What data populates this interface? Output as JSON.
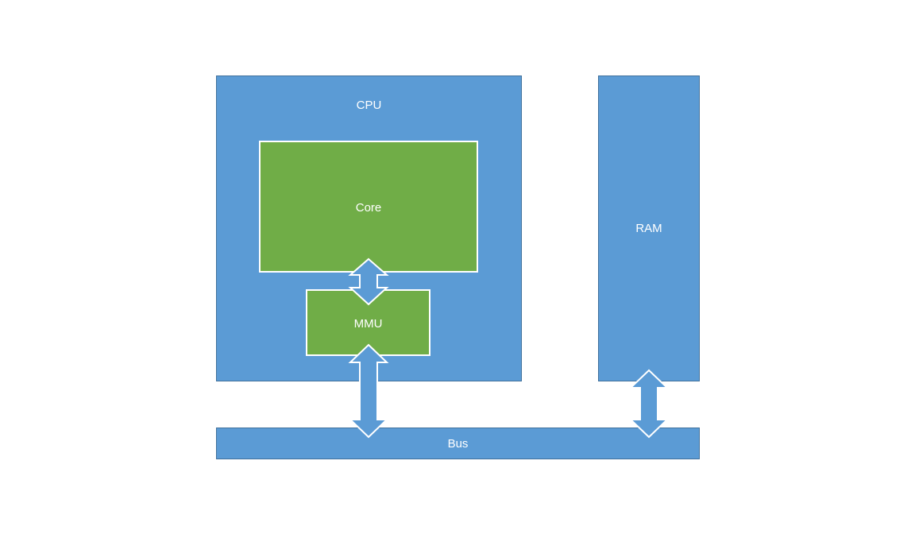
{
  "diagram": {
    "cpu": {
      "label": "CPU"
    },
    "core": {
      "label": "Core"
    },
    "mmu": {
      "label": "MMU"
    },
    "ram": {
      "label": "RAM"
    },
    "bus": {
      "label": "Bus"
    }
  },
  "colors": {
    "blue_fill": "#5b9bd5",
    "blue_border": "#41719c",
    "green_fill": "#70ad47",
    "white": "#ffffff"
  },
  "connections": [
    {
      "from": "core",
      "to": "mmu",
      "type": "bidirectional"
    },
    {
      "from": "mmu",
      "to": "bus",
      "type": "bidirectional"
    },
    {
      "from": "ram",
      "to": "bus",
      "type": "bidirectional"
    }
  ]
}
